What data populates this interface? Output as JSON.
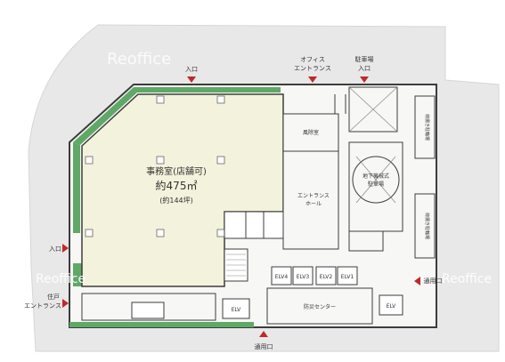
{
  "labels": {
    "main_office_title": "事務室(店舗可)",
    "main_office_area": "約475㎡",
    "main_office_tsubo": "(約144坪)",
    "entrance_top": "入口",
    "office_entrance_line1": "オフィス",
    "office_entrance_line2": "エントランス",
    "parking_entrance_line1": "駐車場",
    "parking_entrance_line2": "入口",
    "left_entrance": "入口",
    "residence_entrance_line1": "住戸",
    "residence_entrance_line2": "エントランス",
    "service_entrance_bottom": "通用口",
    "service_entrance_right": "通用口",
    "wind_room": "風除室",
    "entrance_hall_line1": "エントランス",
    "entrance_hall_line2": "ホール",
    "underground_parking_line1": "地下機械式",
    "underground_parking_line2": "駐車場",
    "bike_parking_top": "荷揚き駐輪場",
    "bike_parking_bottom": "荷揚き駐輪場",
    "disaster_center": "防災センター",
    "elv1": "ELV1",
    "elv2": "ELV2",
    "elv3": "ELV3",
    "elv4": "ELV4",
    "elv_bottom": "ELV",
    "elv_right": "ELV",
    "watermark_top": "Reoffice",
    "watermark_mid": "Reoffice",
    "watermark_right": "Reoffice"
  },
  "colors": {
    "office_fill": "#f3f2dc",
    "green_strip": "#5fa866",
    "wall": "#3c3c3c",
    "arrow": "#c0282c",
    "surround": "#e9e9e9"
  }
}
